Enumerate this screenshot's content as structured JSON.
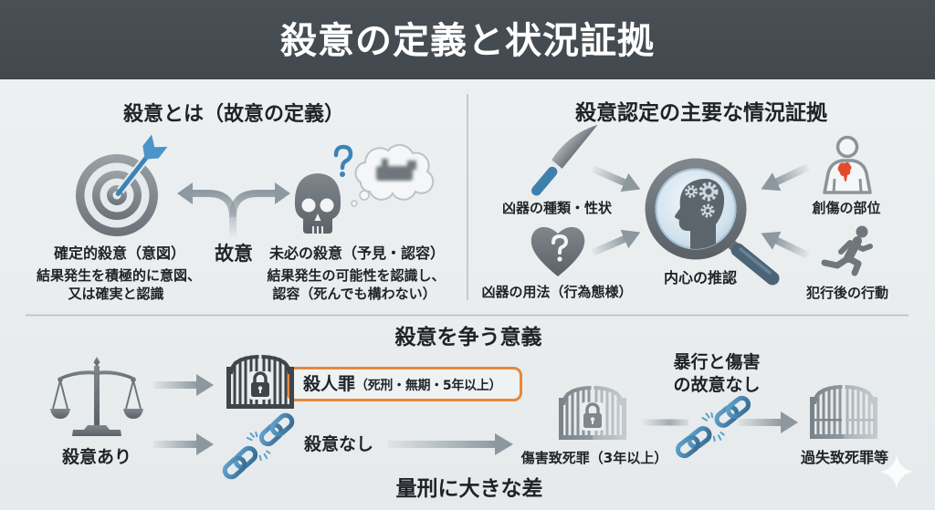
{
  "header": {
    "title": "殺意の定義と状況証拠"
  },
  "definition": {
    "heading": "殺意とは（故意の定義）",
    "center_label": "故意",
    "center_icon": "fork-arrow-icon",
    "direct_intent": {
      "icon": "target-arrow-icon",
      "title": "確定的殺意（意図）",
      "desc_lines": [
        "結果発生を積極的に意図、",
        "又は確実と認識"
      ]
    },
    "dolus_eventualis": {
      "icon": "skull-thought-icon",
      "title": "未必の殺意（予見・認容）",
      "desc_lines": [
        "結果発生の可能性を認識し、",
        "認容（死んでも構わない）"
      ]
    }
  },
  "evidence": {
    "heading": "殺意認定の主要な情況証拠",
    "center": {
      "icon": "magnifier-head-icon",
      "label": "内心の推認"
    },
    "items": [
      {
        "icon": "knife-icon",
        "label": "凶器の種類・性状"
      },
      {
        "icon": "heart-question-icon",
        "label": "凶器の用法（行為態様）"
      },
      {
        "icon": "wounded-body-icon",
        "label": "創傷の部位"
      },
      {
        "icon": "running-person-icon",
        "label": "犯行後の行動"
      }
    ]
  },
  "significance": {
    "heading": "殺意を争う意義",
    "footer": "量刑に大きな差",
    "start": {
      "icon": "scales-of-justice-icon",
      "label": "殺意あり"
    },
    "murder": {
      "icon": "locked-gate-icon",
      "crime": "殺人罪",
      "penalty": "（死刑・無期・5年以上）"
    },
    "no_intent": {
      "icon": "broken-chain-icon",
      "label": "殺意なし"
    },
    "injury_causing_death": {
      "icon": "locked-gate-icon",
      "label": "傷害致死罪（3年以上）"
    },
    "no_assault_intent": {
      "icon": "broken-chain-icon",
      "lines": [
        "暴行と傷害",
        "の故意なし"
      ]
    },
    "negligent_homicide": {
      "icon": "open-gate-icon",
      "label": "過失致死罪等"
    }
  },
  "colors": {
    "header_bg": "#454C51",
    "page_bg": "#EBEEEF",
    "text": "#1F2327",
    "title_text": "#FFFFFF",
    "accent_blue": "#3F80AF",
    "icon_gray": "#6E767C",
    "highlight_orange": "#E8873A",
    "wound_red": "#E24A2B",
    "divider": "#B7BEC2"
  }
}
